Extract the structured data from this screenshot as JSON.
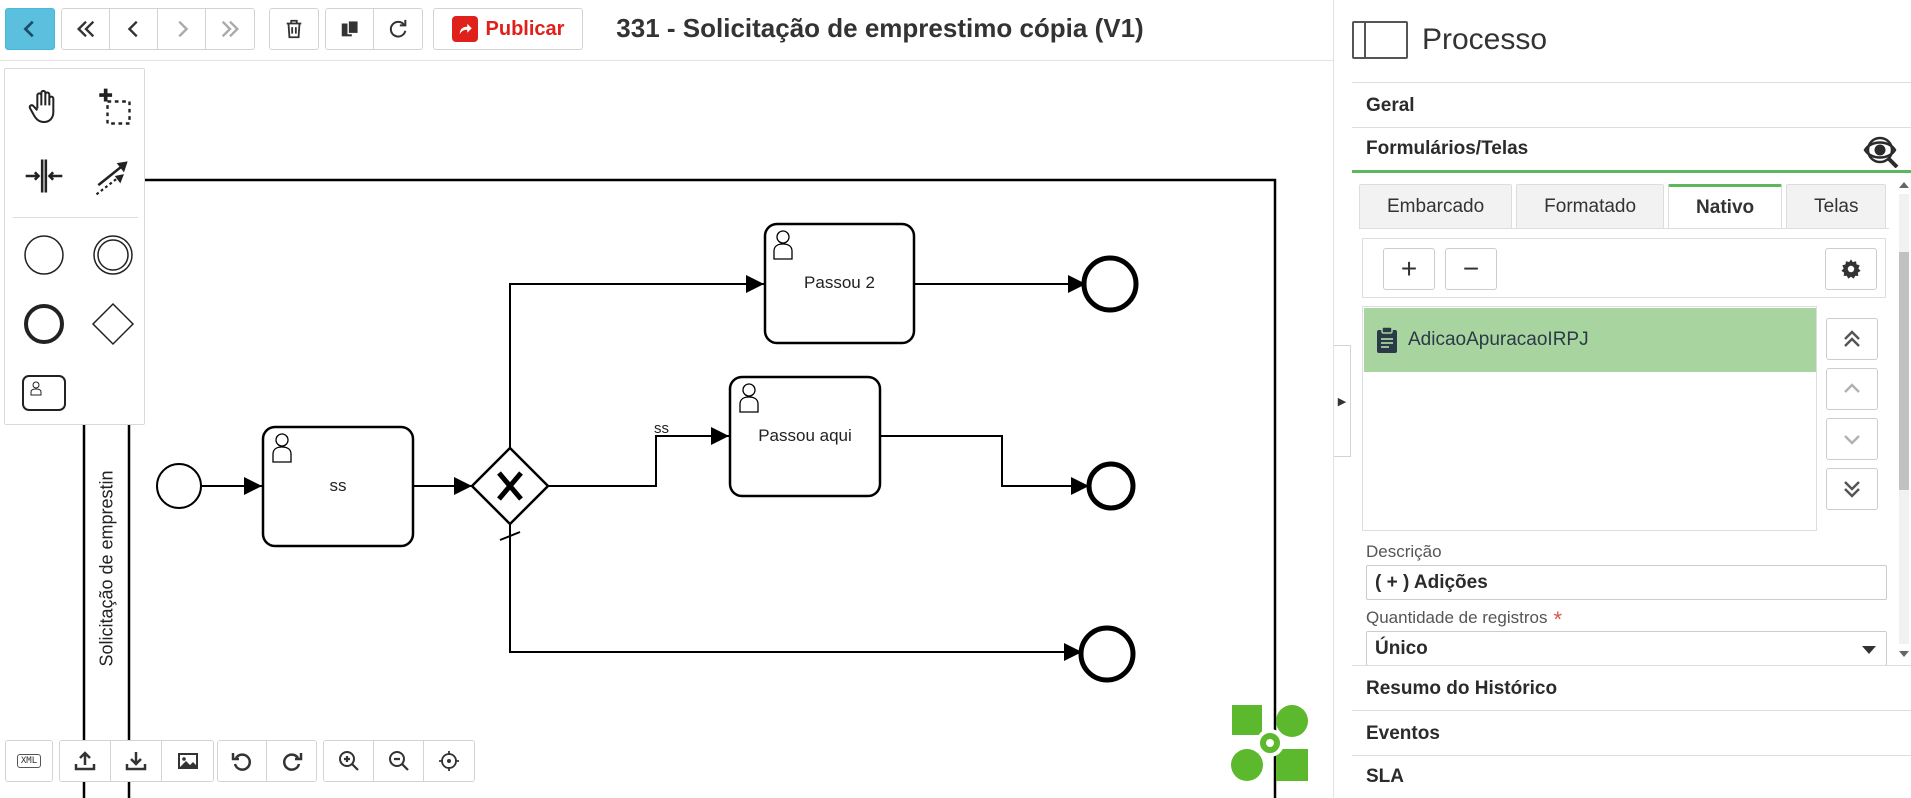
{
  "header": {
    "title": "331 - Solicitação de emprestimo cópia (V1)",
    "publish_label": "Publicar",
    "icons": {
      "back": "chevron-left-icon",
      "first": "double-chevron-left-icon",
      "prev": "chevron-left-icon",
      "next": "chevron-right-icon",
      "last": "double-chevron-right-icon",
      "delete": "trash-icon",
      "copy": "copy-icon",
      "refresh": "refresh-icon",
      "publish": "share-icon"
    }
  },
  "palette": {
    "tools": [
      "hand-tool-icon",
      "lasso-tool-icon",
      "space-tool-icon",
      "connect-tool-icon",
      "start-event-icon",
      "intermediate-event-icon",
      "end-event-icon",
      "gateway-icon",
      "user-task-icon"
    ]
  },
  "diagram": {
    "lane_label": "Solicitação de emprestin",
    "tasks": {
      "ss": "ss",
      "passou2": "Passou 2",
      "passou_aqui": "Passou aqui"
    },
    "flow_labels": {
      "ss": "ss"
    },
    "gateway_marker": "X"
  },
  "bottom_toolbar": {
    "xml_label": "XML",
    "icons": [
      "upload-icon",
      "download-icon",
      "image-icon",
      "undo-icon",
      "redo-icon",
      "zoom-in-icon",
      "zoom-out-icon",
      "crosshair-icon"
    ]
  },
  "panel": {
    "title": "Processo",
    "sections": {
      "geral": "Geral",
      "formularios": "Formulários/Telas",
      "resumo": "Resumo do Histórico",
      "eventos": "Eventos",
      "sla": "SLA"
    },
    "tabs": [
      "Embarcado",
      "Formatado",
      "Nativo",
      "Telas"
    ],
    "active_tab": "Nativo",
    "list_items": [
      "AdicaoApuracaoIRPJ"
    ],
    "fields": {
      "descricao_label": "Descrição",
      "descricao_value": "( + ) Adições",
      "quantidade_label": "Quantidade de registros",
      "quantidade_required": "*",
      "quantidade_value": "Único"
    }
  },
  "colors": {
    "accent": "#5bc0de",
    "publish": "#e0201b",
    "active_tab": "#5cb85c",
    "selected_item": "#a8d4a0",
    "brand_logo": "#5cb82c"
  }
}
